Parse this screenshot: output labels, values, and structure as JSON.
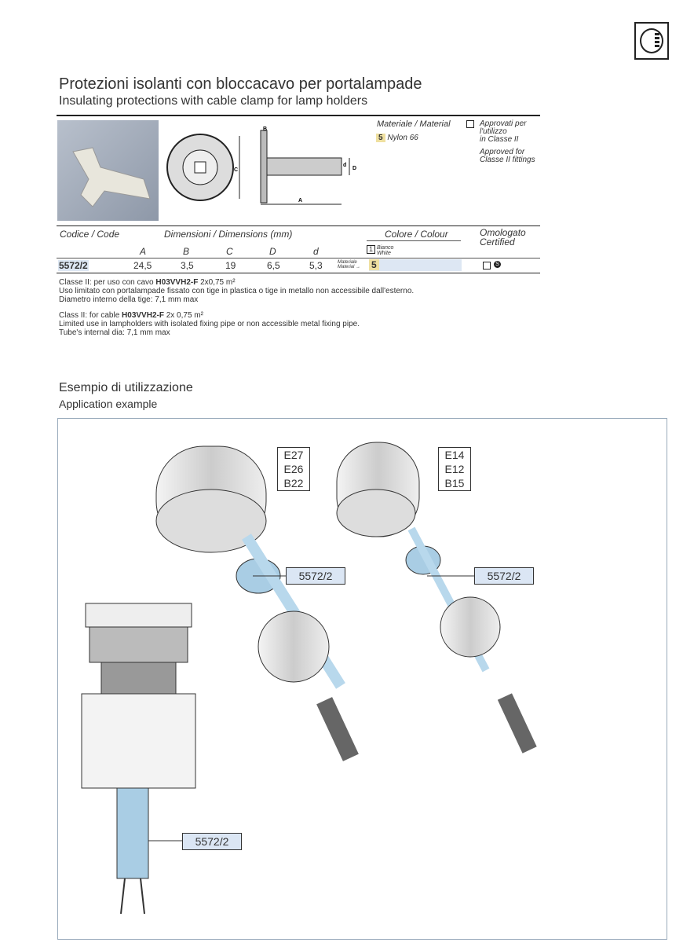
{
  "header": {
    "title_it": "Protezioni isolanti con bloccacavo per portalampade",
    "title_en": "Insulating protections with cable clamp for lamp holders"
  },
  "material": {
    "label": "Materiale / Material",
    "code": "5",
    "name": "Nylon 66",
    "approved_it_1": "Approvati per",
    "approved_it_2": "l'utilizzo",
    "approved_it_3": "in Classe II",
    "approved_en_1": "Approved for",
    "approved_en_2": "Classe II fittings"
  },
  "drawing_labels": {
    "A": "A",
    "B": "B",
    "C": "C",
    "D": "D",
    "d": "d"
  },
  "table": {
    "code_header": "Codice / Code",
    "dims_header": "Dimensioni / Dimensions (mm)",
    "colour_header": "Colore / Colour",
    "cert_header_1": "Omologato",
    "cert_header_2": "Certified",
    "dim_cols": [
      "A",
      "B",
      "C",
      "D",
      "d"
    ],
    "colour_code": "1",
    "colour_it": "Bianco",
    "colour_en": "White",
    "row": {
      "code": "5572/2",
      "values": [
        "24,5",
        "3,5",
        "19",
        "6,5",
        "5,3"
      ],
      "material_label_1": "Materiale",
      "material_label_2": "Material →",
      "material": "5"
    }
  },
  "notes": {
    "it": [
      "Classe II: per uso con cavo ",
      "H03VVH2-F",
      " 2x0,75 m²",
      "Uso limitato con portalampade fissato con tige in plastica o tige in metallo non accessibile dall'esterno.",
      "Diametro interno della tige: 7,1 mm max"
    ],
    "en": [
      "Class II: for cable ",
      "H03VVH2-F",
      " 2x 0,75 m²",
      "Limited use in lampholders with isolated fixing pipe or non accessible metal fixing pipe.",
      "Tube's internal dia: 7,1 mm max"
    ]
  },
  "example": {
    "title_it": "Esempio di utilizzazione",
    "title_en": "Application example",
    "sockets_large": [
      "E27",
      "E26",
      "B22"
    ],
    "sockets_small": [
      "E14",
      "E12",
      "B15"
    ],
    "code_label": "5572/2"
  }
}
